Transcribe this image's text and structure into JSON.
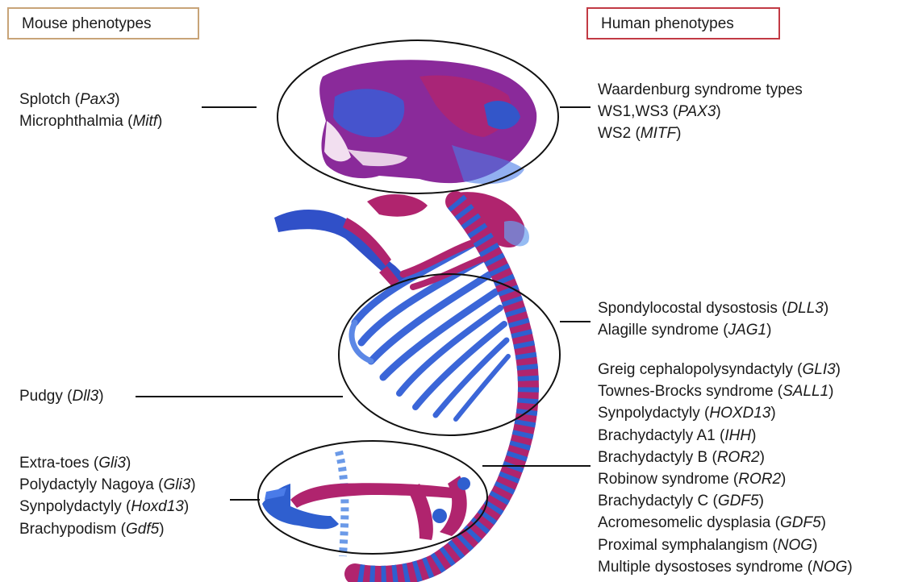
{
  "headers": {
    "mouse": "Mouse phenotypes",
    "human": "Human phenotypes"
  },
  "mouse_groups": [
    {
      "lines": [
        {
          "pre": "Splotch (",
          "gene": "Pax3",
          "post": ")"
        },
        {
          "pre": "Microphthalmia (",
          "gene": "Mitf",
          "post": ")"
        }
      ]
    },
    {
      "lines": [
        {
          "pre": "Pudgy (",
          "gene": "Dll3",
          "post": ")"
        }
      ]
    },
    {
      "lines": [
        {
          "pre": "Extra-toes (",
          "gene": "Gli3",
          "post": ")"
        },
        {
          "pre": "Polydactyly Nagoya (",
          "gene": "Gli3",
          "post": ")"
        },
        {
          "pre": "Synpolydactyly (",
          "gene": "Hoxd13",
          "post": ")"
        },
        {
          "pre": "Brachypodism (",
          "gene": "Gdf5",
          "post": ")"
        }
      ]
    }
  ],
  "human_groups": [
    {
      "lines": [
        {
          "pre": "Waardenburg syndrome types",
          "gene": "",
          "post": ""
        },
        {
          "pre": "WS1,WS3 (",
          "gene": "PAX3",
          "post": ")"
        },
        {
          "pre": "WS2 (",
          "gene": "MITF",
          "post": ")"
        }
      ]
    },
    {
      "lines": [
        {
          "pre": "Spondylocostal dysostosis (",
          "gene": "DLL3",
          "post": ")"
        },
        {
          "pre": "Alagille syndrome (",
          "gene": "JAG1",
          "post": ")"
        }
      ]
    },
    {
      "lines": [
        {
          "pre": "Greig cephalopolysyndactyly (",
          "gene": "GLI3",
          "post": ")"
        },
        {
          "pre": "Townes-Brocks syndrome (",
          "gene": "SALL1",
          "post": ")"
        },
        {
          "pre": "Synpolydactyly (",
          "gene": "HOXD13",
          "post": ")"
        },
        {
          "pre": "Brachydactyly A1 (",
          "gene": "IHH",
          "post": ")"
        },
        {
          "pre": "Brachydactyly B (",
          "gene": "ROR2",
          "post": ")"
        },
        {
          "pre": "Robinow syndrome (",
          "gene": "ROR2",
          "post": ")"
        },
        {
          "pre": "Brachydactyly C (",
          "gene": "GDF5",
          "post": ")"
        },
        {
          "pre": "Acromesomelic dysplasia (",
          "gene": "GDF5",
          "post": ")"
        },
        {
          "pre": "Proximal symphalangism (",
          "gene": "NOG",
          "post": ")"
        },
        {
          "pre": "Multiple dysostoses syndrome (",
          "gene": "NOG",
          "post": ")"
        }
      ]
    }
  ],
  "colors": {
    "mouse_border": "#c8a478",
    "human_border": "#c23a44",
    "cartilage_blue": "#2f5fcf",
    "bone_magenta": "#b0246e",
    "skull_purple": "#8a2a9a"
  }
}
